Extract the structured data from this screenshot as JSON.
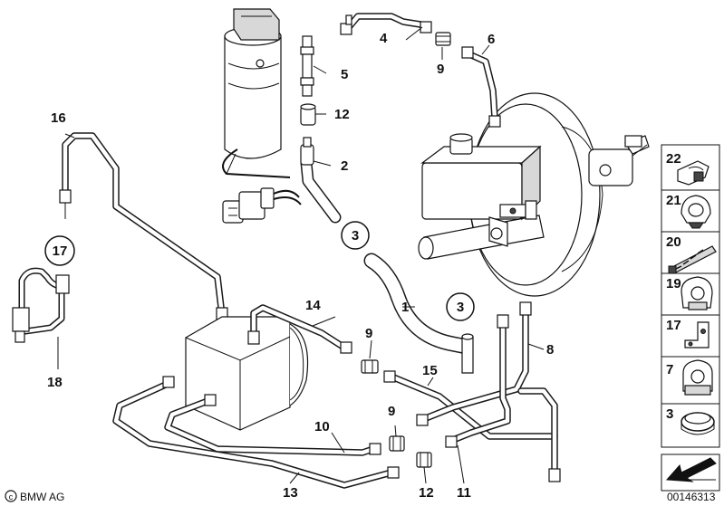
{
  "labels": {
    "l1": "1",
    "l2": "2",
    "l4": "4",
    "l5": "5",
    "l6": "6",
    "l8": "8",
    "l9a": "9",
    "l9b": "9",
    "l9c": "9",
    "l10": "10",
    "l11": "11",
    "l12a": "12",
    "l12b": "12",
    "l13": "13",
    "l14": "14",
    "l15": "15",
    "l16": "16",
    "l18": "18"
  },
  "callouts": {
    "c3a": "3",
    "c3b": "3",
    "c17": "17"
  },
  "legend": {
    "items": [
      {
        "number": "22",
        "icon": "hose-clip-22-icon"
      },
      {
        "number": "21",
        "icon": "pipe-clip-21-icon"
      },
      {
        "number": "20",
        "icon": "cable-strap-20-icon"
      },
      {
        "number": "19",
        "icon": "pipe-holder-19-icon"
      },
      {
        "number": "17",
        "icon": "bracket-17-icon"
      },
      {
        "number": "7",
        "icon": "clamp-7-icon"
      },
      {
        "number": "3",
        "icon": "hose-clamp-3-icon"
      }
    ]
  },
  "footer": {
    "brand": "BMW AG",
    "diagram_code": "00146313"
  }
}
